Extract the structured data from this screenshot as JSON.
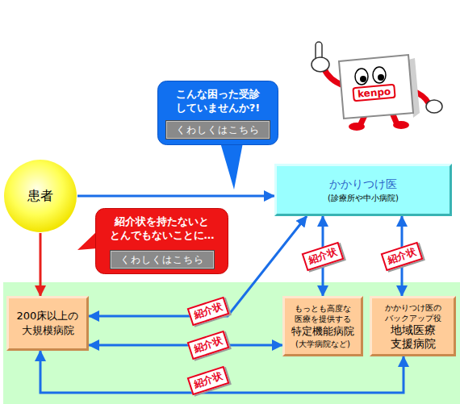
{
  "diagram": {
    "nodes": [
      {
        "text": [
          "こんな困った受診 していませんか?!"
        ]
      },
      {
        "text": [
          "くわしくはこちら"
        ],
        "in": 0
      },
      {
        "text": [
          "患者"
        ]
      },
      {
        "text": [
          "かかりつけ医",
          "(診療所や中小病院)"
        ]
      },
      {
        "text": [
          "紹介状を持たないと とんでもないことに…"
        ]
      },
      {
        "text": [
          "くわしくはこちら"
        ],
        "in": 4
      },
      {
        "text": [
          "200床以上の 大規模病院"
        ]
      },
      {
        "text": [
          "もっとも高度な 医療を提供する",
          "特定機能病院",
          "(大学病院など)"
        ]
      },
      {
        "text": [
          "かかりつけ医の バックアップ役",
          "地域医療 支援病院"
        ]
      }
    ],
    "edges": [
      {
        "from": 2,
        "to": 3,
        "arrow": "to"
      },
      {
        "from": 2,
        "to": 6,
        "arrow": "to"
      },
      {
        "from": 3,
        "to": 6,
        "label": "紹介状",
        "arrow": "both"
      },
      {
        "from": 3,
        "to": 7,
        "label": "紹介状",
        "arrow": "both"
      },
      {
        "from": 3,
        "to": 8,
        "label": "紹介状",
        "arrow": "both"
      },
      {
        "from": 6,
        "to": 7,
        "label": "紹介状",
        "arrow": "both"
      },
      {
        "from": 6,
        "to": 8,
        "label": "紹介状",
        "arrow": "both"
      }
    ],
    "labels": [
      "kenpo"
    ]
  }
}
